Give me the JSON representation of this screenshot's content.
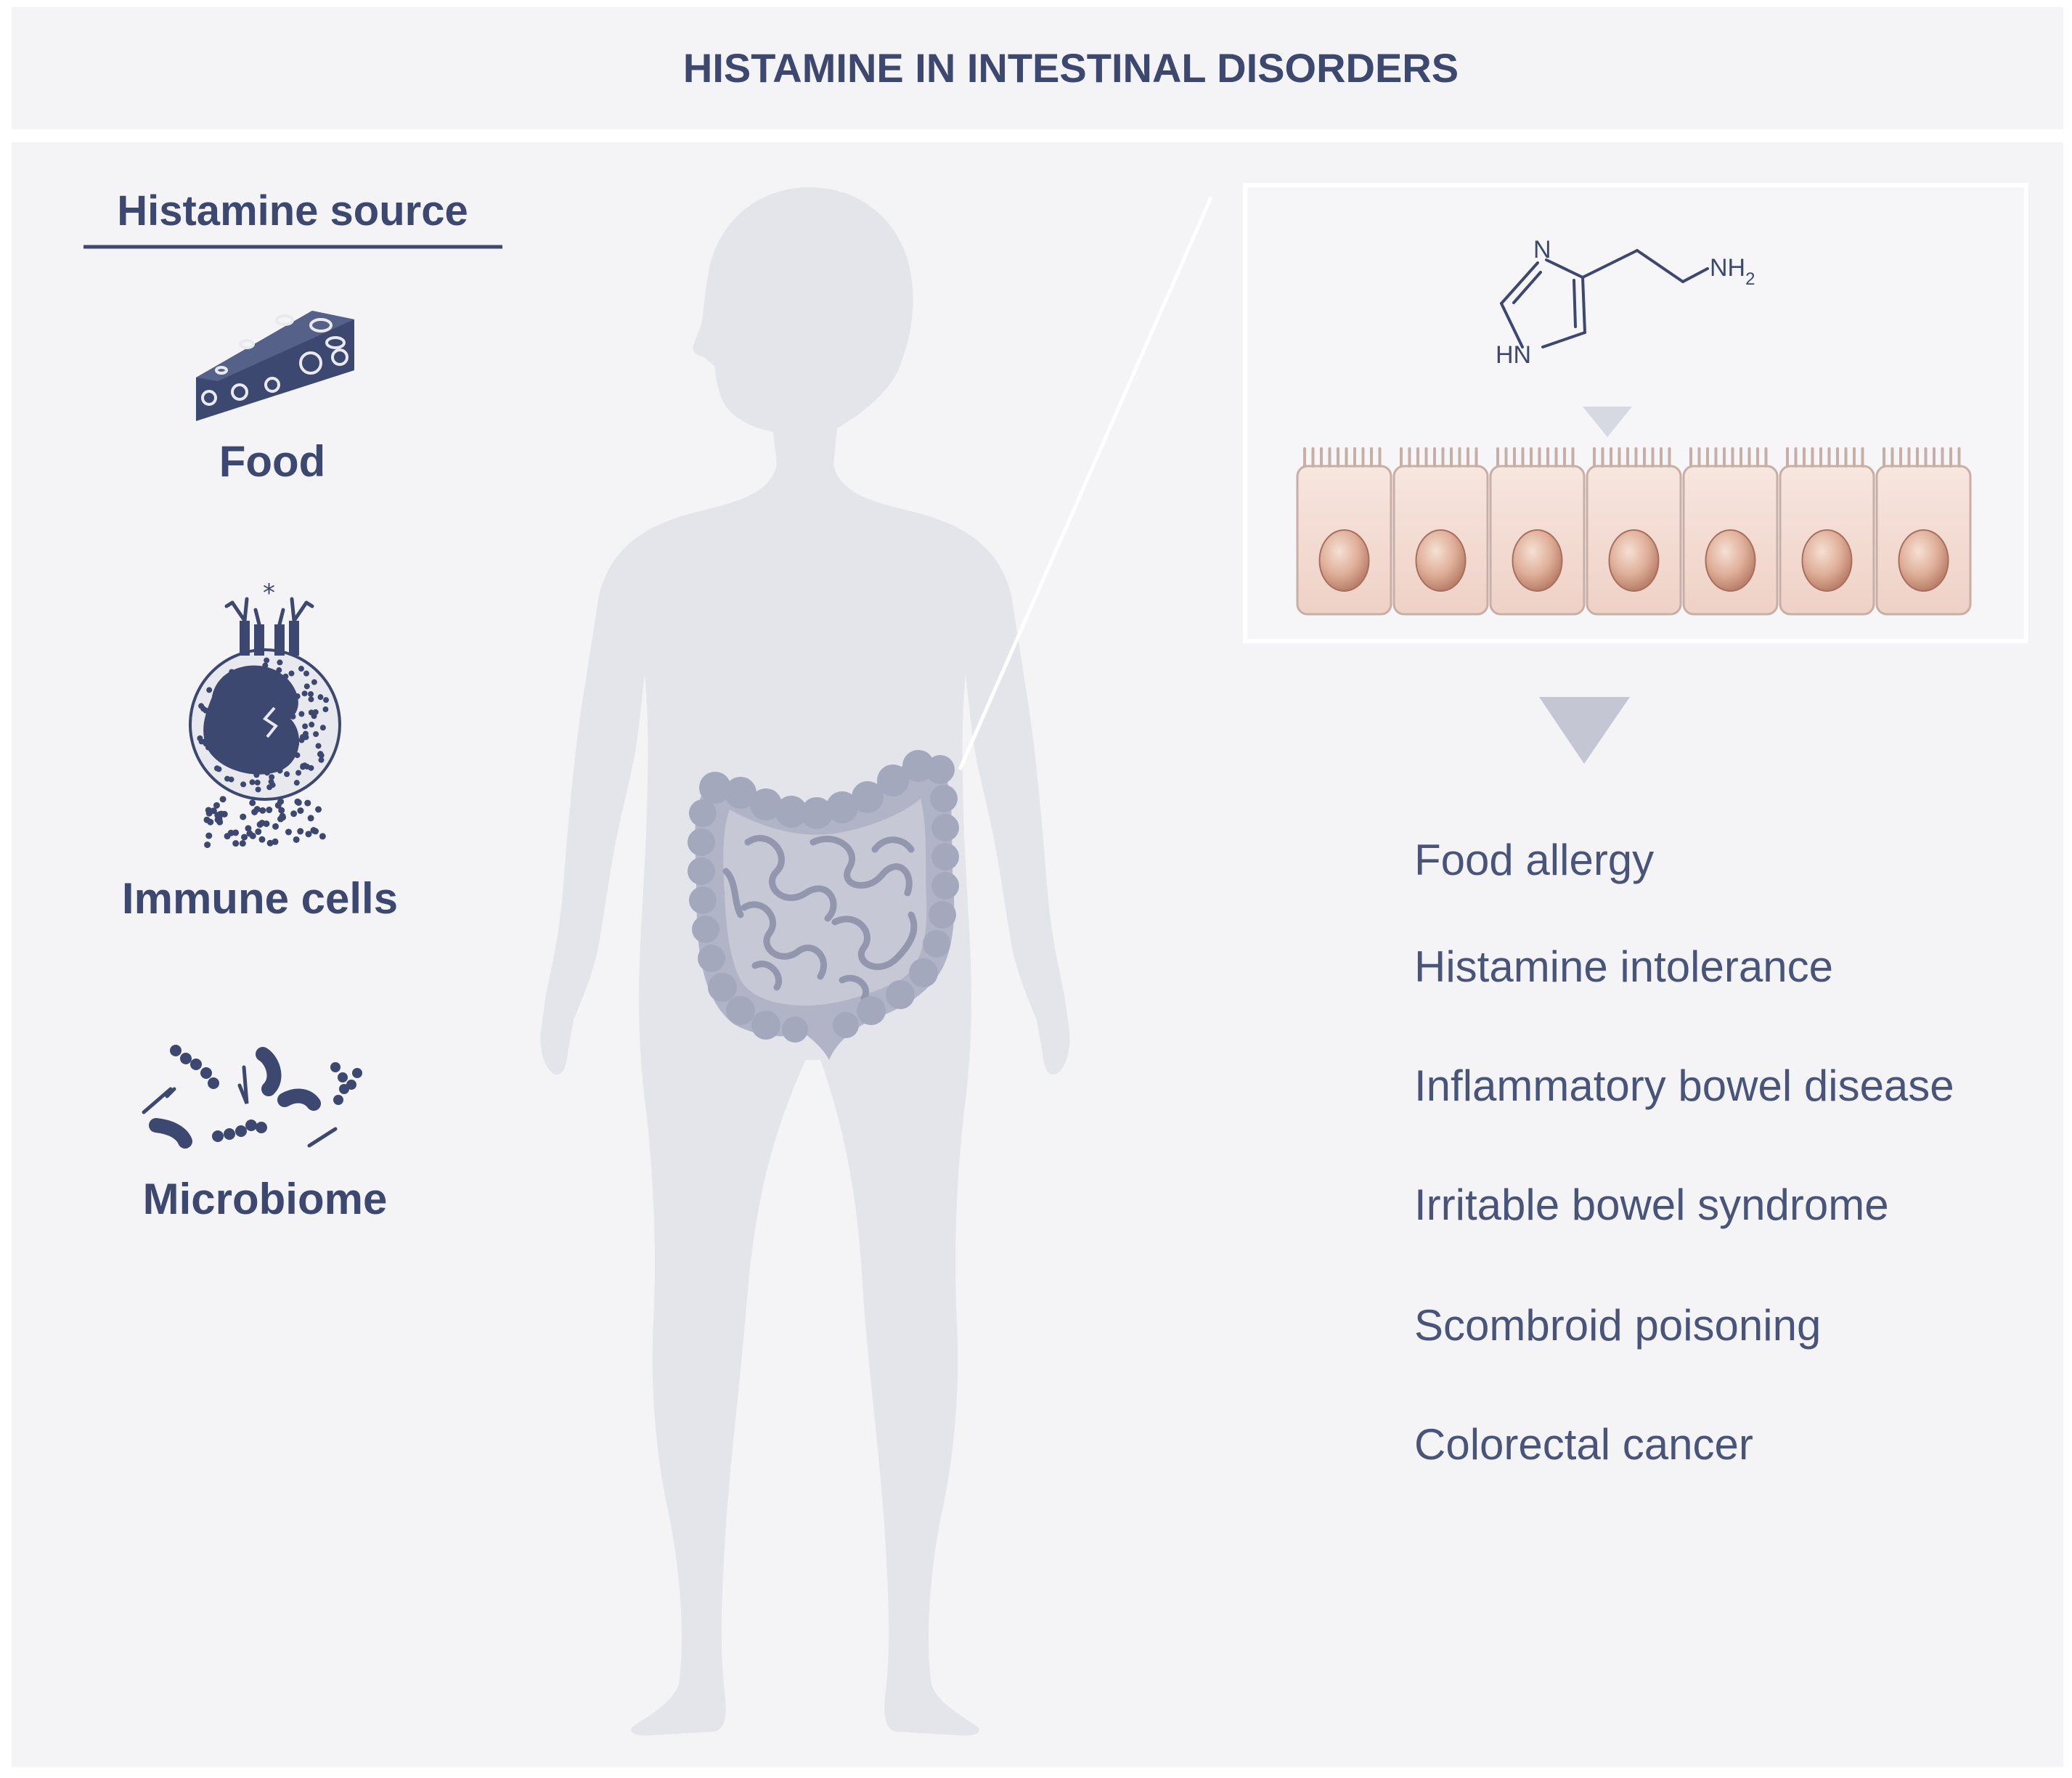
{
  "title": "HISTAMINE IN INTESTINAL DISORDERS",
  "source_heading": "Histamine source",
  "sources": [
    {
      "label": "Food",
      "icon": "cheese-icon"
    },
    {
      "label": "Immune cells",
      "icon": "mast-cell-icon"
    },
    {
      "label": "Microbiome",
      "icon": "bacteria-icon"
    }
  ],
  "molecule": {
    "n_label": "N",
    "hn_label": "HN",
    "nh_label": "NH",
    "nh_subscript": "2"
  },
  "disorders": [
    "Food allergy",
    "Histamine intolerance",
    "Inflammatory bowel disease",
    "Irritable bowel syndrome",
    "Scombroid poisoning",
    "Colorectal cancer"
  ],
  "colors": {
    "navy": "#3d4870",
    "panel": "#f4f4f7",
    "body_silhouette": "#e4e5ea",
    "intestine": "#a4a8bd",
    "cell_fill": "#f3dcd3",
    "nucleus": "#d9a892"
  }
}
